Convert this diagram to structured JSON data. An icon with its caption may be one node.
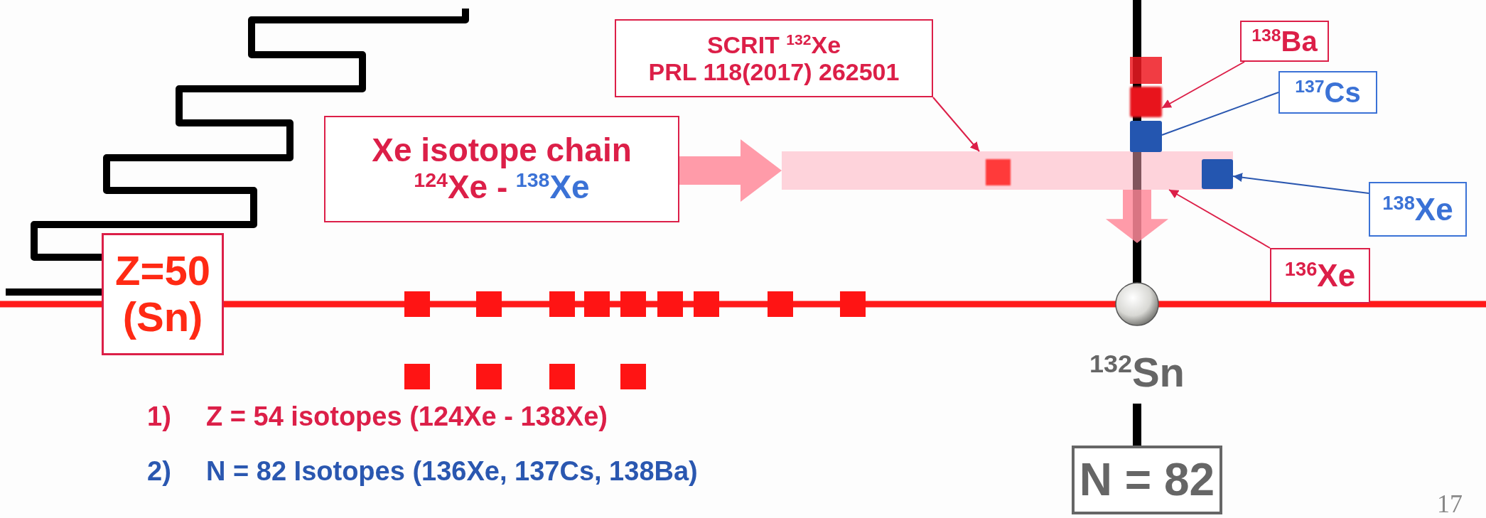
{
  "diagram": {
    "nodes": [
      {
        "text": [
          "SCRIT $^{132}$Xe",
          "PRL 118(2017) 262501"
        ]
      },
      {
        "text": [
          "$^{138}$Ba"
        ]
      },
      {
        "text": [
          "$^{137}$Cs"
        ]
      },
      {
        "text": [
          "Xe isotope chain",
          "$^{124}$Xe -",
          "$^{138}$Xe"
        ]
      },
      {
        "text": [],
        "shape": "bar"
      },
      {
        "text": [],
        "shape": "box"
      },
      {
        "text": [],
        "shape": "box"
      },
      {
        "text": [],
        "shape": "box",
        "in": 4
      },
      {
        "text": [
          "$^{138}$Xe"
        ]
      },
      {
        "text": [
          "$^{136}$Xe"
        ]
      },
      {
        "text": [
          "Z=50 (Sn)"
        ]
      },
      {
        "text": [
          "N = 82"
        ]
      }
    ],
    "edges": [
      {
        "from": 3,
        "to": 4,
        "arrow": "to",
        "style": "thick",
        "color": "#ff8a9a"
      },
      {
        "from": 0,
        "to": 4,
        "arrow": "to"
      },
      {
        "from": 1,
        "to": 5,
        "arrow": "to"
      },
      {
        "from": 2,
        "to": 6,
        "arrow": "none",
        "color": "#2a57b0"
      },
      {
        "from": 8,
        "to": 7,
        "arrow": "to",
        "color": "#2a57b0"
      },
      {
        "from": 9,
        "to": 4,
        "arrow": "to"
      },
      {
        "from": 4,
        "to": null,
        "arrow": "to",
        "style": "thick",
        "color": "#ff8a9a"
      }
    ],
    "labels": [
      "$^{132}$Sn",
      "1)",
      "Z = 54 isotopes (124Xe - 138Xe)",
      "2)",
      "N = 82 Isotopes (136Xe, 137Cs, 138Ba)",
      "17"
    ]
  }
}
